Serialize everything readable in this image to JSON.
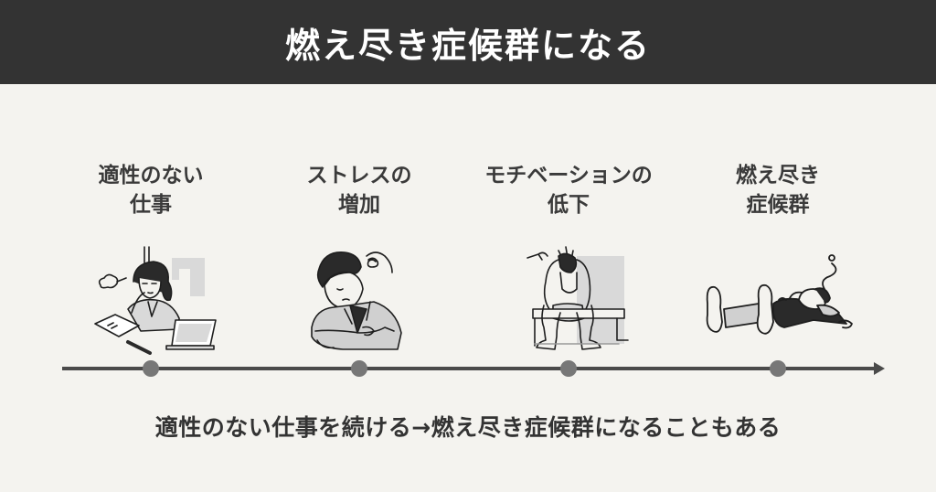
{
  "header": {
    "title": "燃え尽き症候群になる"
  },
  "stages": [
    {
      "line1": "適性のない",
      "line2": "仕事",
      "illustration": "tired-woman-at-laptop"
    },
    {
      "line1": "ストレスの",
      "line2": "増加",
      "illustration": "stressed-businessman"
    },
    {
      "line1": "モチベーションの",
      "line2": "低下",
      "illustration": "man-holding-head-on-bench"
    },
    {
      "line1": "燃え尽き",
      "line2": "症候群",
      "illustration": "collapsed-man-lying-down"
    }
  ],
  "timeline": {
    "direction": "left-to-right",
    "line_color": "#4a4a4a",
    "dot_color": "#777777",
    "dot_count": 4
  },
  "summary": {
    "text": "適性のない仕事を続ける→燃え尽き症候群になることもある"
  },
  "colors": {
    "header_bg": "#333333",
    "header_text": "#ffffff",
    "page_bg": "#f4f3ef",
    "text": "#333333",
    "illustration_fill": "#d9d9d9"
  }
}
